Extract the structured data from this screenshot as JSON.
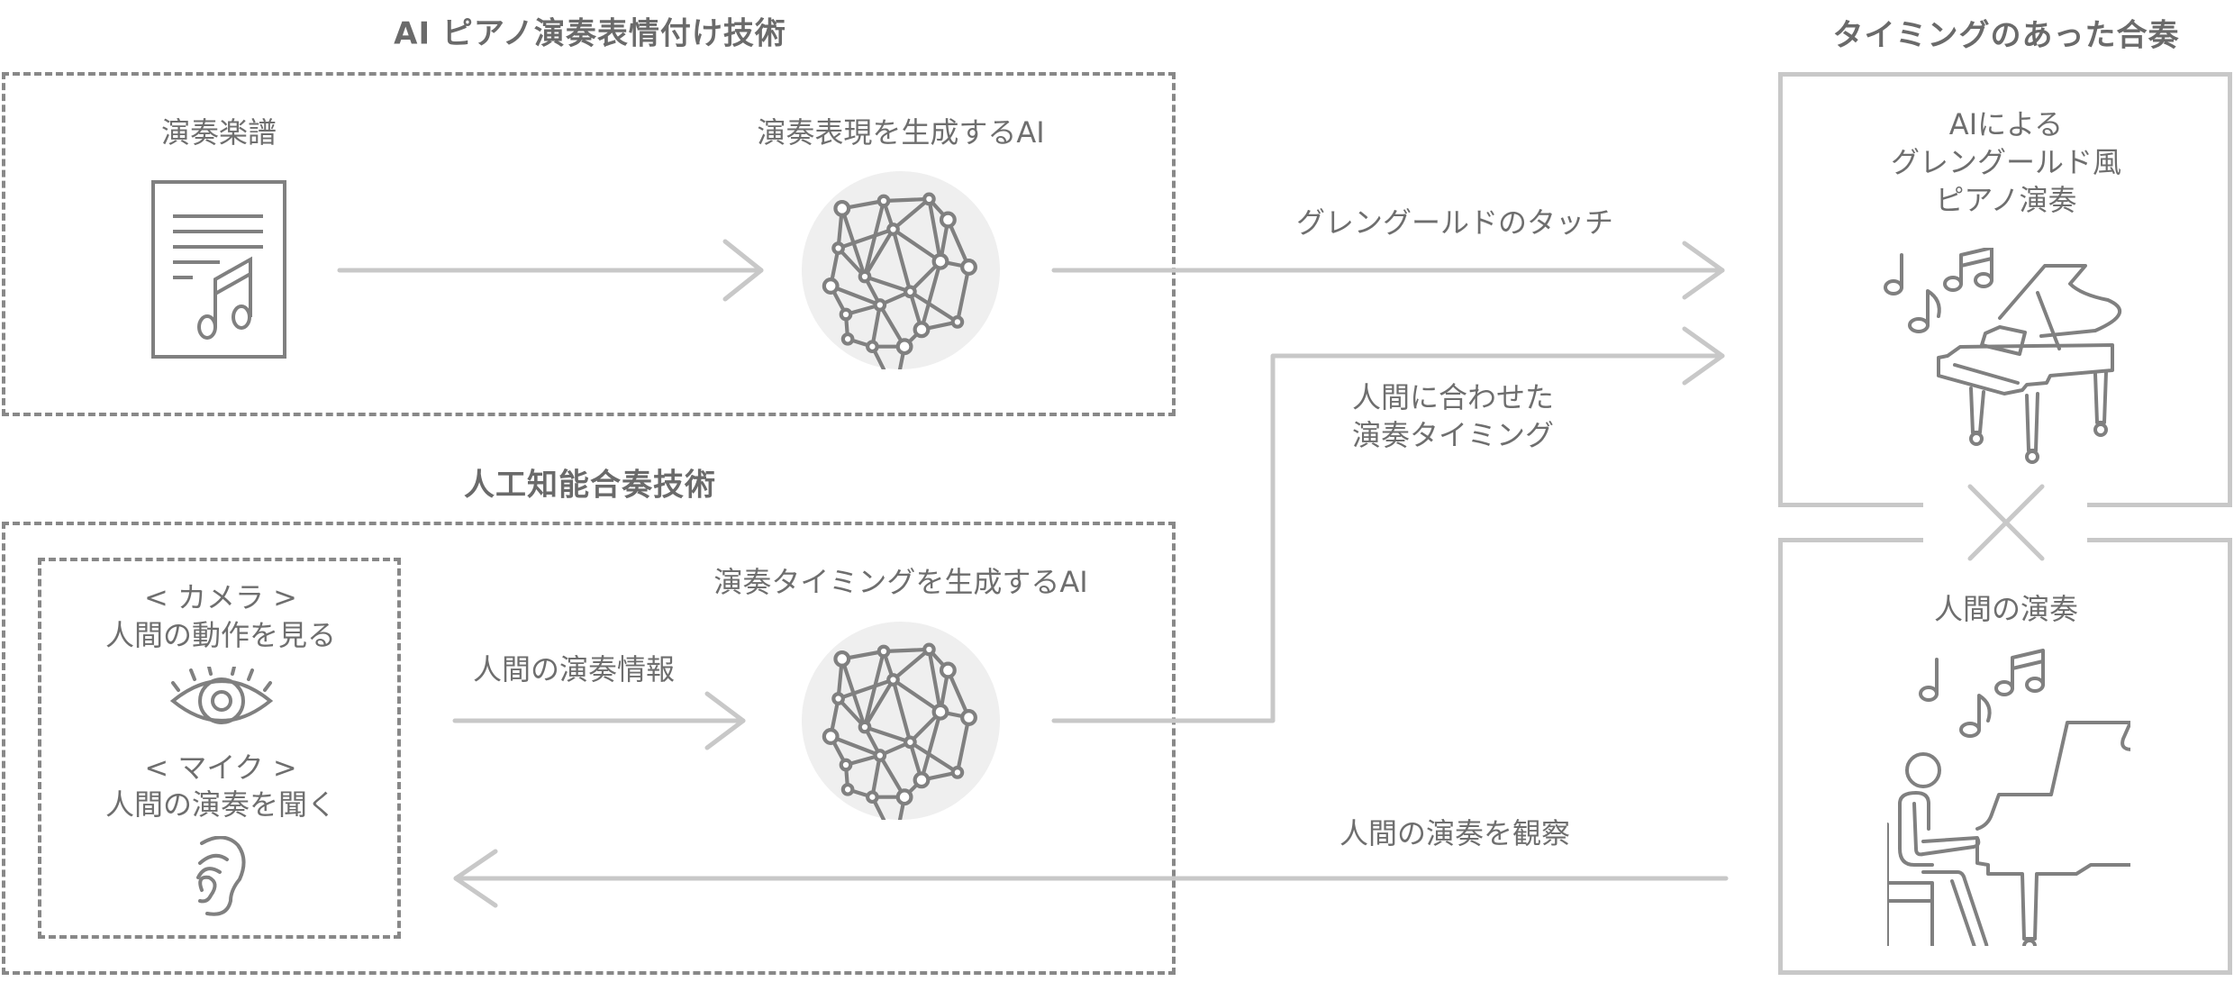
{
  "diagram": {
    "sections": {
      "expression_ai": {
        "title": "AI ピアノ演奏表情付け技術",
        "score_label": "演奏楽譜",
        "ai_label": "演奏表現を生成するAI"
      },
      "ensemble_ai": {
        "title": "人工知能合奏技術",
        "camera_label": "< カメラ >",
        "camera_caption": "人間の動作を見る",
        "mic_label": "< マイク >",
        "mic_caption": "人間の演奏を聞く",
        "info_label": "人間の演奏情報",
        "ai_label": "演奏タイミングを生成するAI"
      },
      "ensemble_result": {
        "title": "タイミングのあった合奏",
        "ai_performance": [
          "AIによる",
          "グレングールド風",
          "ピアノ演奏"
        ],
        "human_performance": "人間の演奏",
        "combine_symbol": "×"
      }
    },
    "connections": {
      "gould_touch": "グレングールドのタッチ",
      "timing": [
        "人間に合わせた",
        "演奏タイミング"
      ],
      "observe": "人間の演奏を観察"
    },
    "icons": {
      "score": "sheet-music-icon",
      "brain_top": "neural-brain-icon",
      "brain_bottom": "neural-brain-icon",
      "eye": "eye-icon",
      "ear": "ear-icon",
      "grand_piano": "grand-piano-icon",
      "pianist": "pianist-icon"
    },
    "colors": {
      "text": "#6e6e6e",
      "icon_stroke": "#808080",
      "arrow": "#c8c8c8",
      "dashed_border": "#888888",
      "brain_bg": "#efefef"
    }
  }
}
